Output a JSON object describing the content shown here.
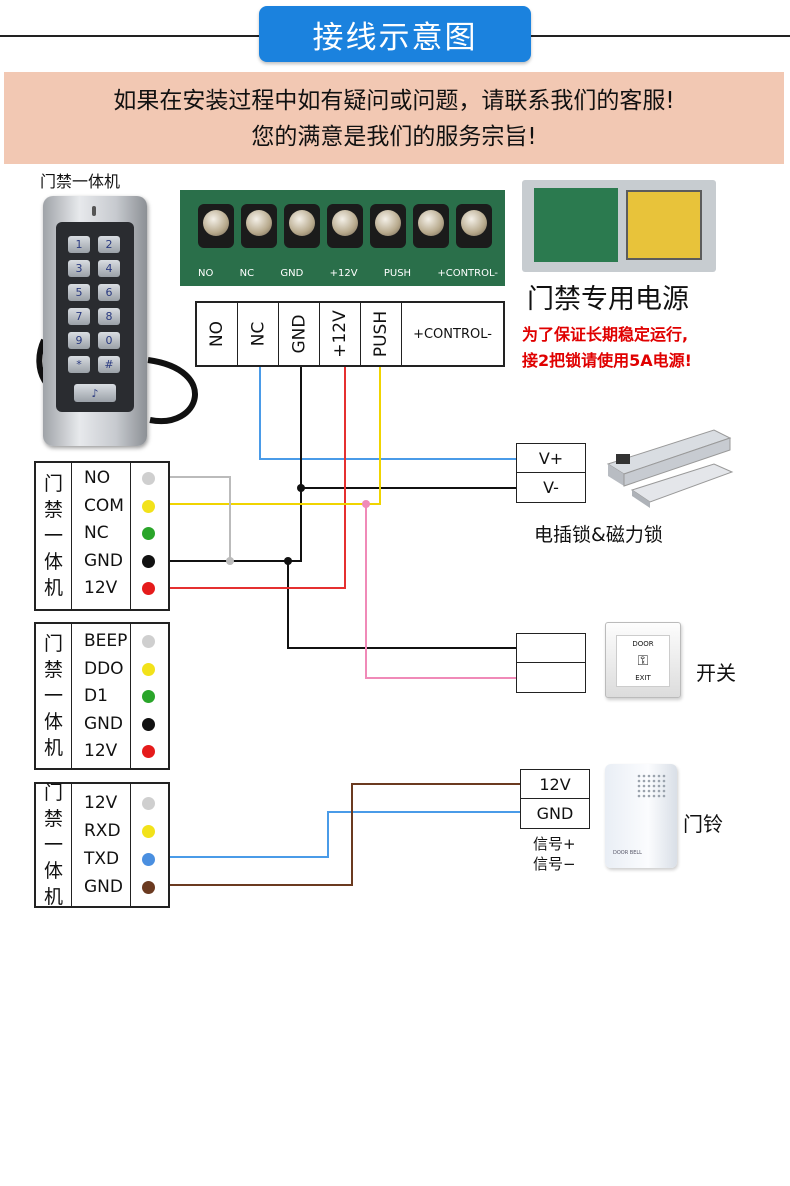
{
  "header": {
    "title": "接线示意图",
    "notice_line1": "如果在安装过程中如有疑问或问题，请联系我们的客服!",
    "notice_line2": "您的满意是我们的服务宗旨!"
  },
  "colors": {
    "title_bg": "#1b82de",
    "notice_bg": "#f2c8b3",
    "wire_blue": "#4a9be8",
    "wire_black": "#111111",
    "wire_red": "#e53030",
    "wire_yellow": "#f0d400",
    "wire_gray": "#bbbbbb",
    "wire_pink": "#f08ab8",
    "wire_brown": "#6b3a20",
    "warning_red": "#e00000"
  },
  "keypad": {
    "caption": "门禁一体机",
    "keys": [
      "1",
      "2",
      "3",
      "4",
      "5",
      "6",
      "7",
      "8",
      "9",
      "0",
      "*",
      "#"
    ]
  },
  "power_supply": {
    "board_labels": [
      "NO",
      "NC",
      "GND",
      "+12V",
      "PUSH",
      "+CONTROL-"
    ],
    "terminals": [
      "NO",
      "NC",
      "GND",
      "+12V",
      "PUSH",
      "+CONTROL-"
    ],
    "caption": "门禁专用电源",
    "warning_line1": "为了保证长期稳定运行,",
    "warning_line2": "接2把锁请使用5A电源!"
  },
  "panel1": {
    "side_chars": [
      "门",
      "禁",
      "一",
      "体",
      "机"
    ],
    "pins": [
      {
        "label": "NO",
        "color": "#cfcfcf"
      },
      {
        "label": "COM",
        "color": "#f2e21a"
      },
      {
        "label": "NC",
        "color": "#2aa52a"
      },
      {
        "label": "GND",
        "color": "#111111"
      },
      {
        "label": "12V",
        "color": "#e51b1b"
      }
    ]
  },
  "panel2": {
    "side_chars": [
      "门",
      "禁",
      "一",
      "体",
      "机"
    ],
    "pins": [
      {
        "label": "BEEP",
        "color": "#cfcfcf"
      },
      {
        "label": "DDO",
        "color": "#f2e21a"
      },
      {
        "label": "D1",
        "color": "#2aa52a"
      },
      {
        "label": "GND",
        "color": "#111111"
      },
      {
        "label": "12V",
        "color": "#e51b1b"
      }
    ]
  },
  "panel3": {
    "side_chars": [
      "门",
      "禁",
      "一",
      "体",
      "机"
    ],
    "pins": [
      {
        "label": "12V",
        "color": "#cfcfcf"
      },
      {
        "label": "RXD",
        "color": "#f2e21a"
      },
      {
        "label": "TXD",
        "color": "#4a8fe0"
      },
      {
        "label": "GND",
        "color": "#6b3a20"
      }
    ]
  },
  "lock": {
    "rows": [
      "V+",
      "V-"
    ],
    "caption": "电插锁&磁力锁"
  },
  "switch": {
    "caption": "开关",
    "button_top": "DOOR",
    "button_bottom": "EXIT"
  },
  "doorbell": {
    "rows": [
      "12V",
      "GND"
    ],
    "signal_plus": "信号+",
    "signal_minus": "信号−",
    "caption": "门铃",
    "bell_text": "DOOR BELL"
  }
}
